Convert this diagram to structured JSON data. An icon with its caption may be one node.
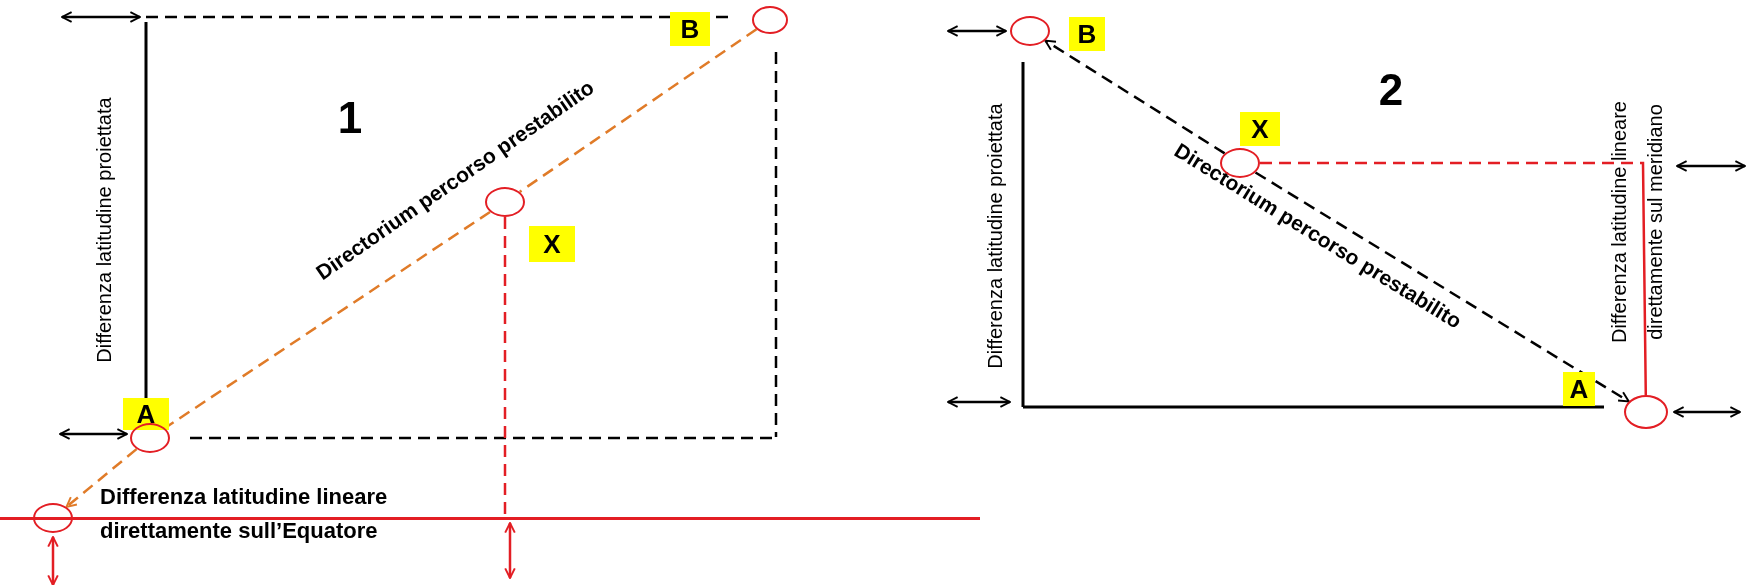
{
  "diagram": {
    "nodes": [
      {
        "text": [
          "A"
        ]
      },
      {
        "text": [
          "B"
        ]
      },
      {
        "text": [
          "X"
        ]
      },
      {
        "text": [],
        "shape": "circle"
      },
      {
        "text": [],
        "shape": "circle"
      },
      {
        "text": [],
        "shape": "circle"
      },
      {
        "text": [],
        "shape": "circle"
      },
      {
        "text": [
          "B"
        ]
      },
      {
        "text": [
          "X"
        ]
      },
      {
        "text": [
          "A"
        ]
      },
      {
        "text": [],
        "shape": "circle"
      },
      {
        "text": [],
        "shape": "circle"
      },
      {
        "text": [],
        "shape": "circle"
      },
      {
        "text": [],
        "shape": "bar"
      }
    ],
    "edges": [
      {
        "from": 4,
        "to": 5,
        "arrow": "none",
        "style": "dashed",
        "color": "#e07b28",
        "label": "Directorium percorso prestabilito"
      },
      {
        "from": 5,
        "to": 3,
        "arrow": "none",
        "style": "dashed",
        "color": "#e07b28"
      },
      {
        "from": 3,
        "to": 6,
        "arrow": "to",
        "style": "dashed",
        "color": "#e07b28"
      },
      {
        "from": 5,
        "to": 13,
        "arrow": "none",
        "style": "dashed",
        "color": "#e31e24"
      },
      {
        "from": 11,
        "to": 10,
        "arrow": "to",
        "style": "dashed",
        "color": "#000000"
      },
      {
        "from": 11,
        "to": 12,
        "arrow": "to",
        "style": "dashed",
        "color": "#000000",
        "label": "Directorium percorso prestabilito"
      },
      {
        "from": 11,
        "to": 12,
        "arrow": "none",
        "style": "dashed",
        "color": "#e31e24"
      }
    ],
    "labels": [
      "1",
      "Differenza latitudine proiettata",
      "Differenza latitudine lineare direttamente sull’Equatore",
      "2",
      "Differenza latitudine proiettata",
      "Differenza latitudine lineare direttamente sul meridiano"
    ]
  }
}
